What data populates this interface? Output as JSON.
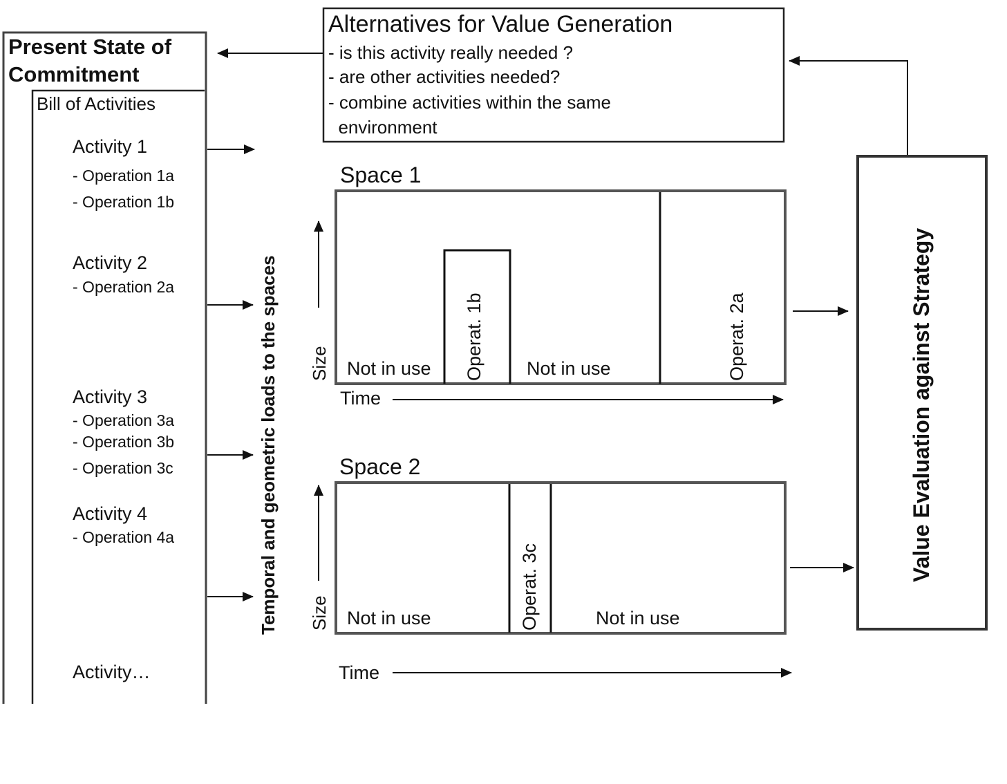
{
  "commitment": {
    "title_line1": "Present State of",
    "title_line2": "Commitment",
    "bill_label": "Bill of Activities",
    "activities": [
      {
        "name": "Activity 1",
        "operations": [
          "- Operation 1a",
          "- Operation 1b"
        ]
      },
      {
        "name": "Activity 2",
        "operations": [
          "- Operation 2a"
        ]
      },
      {
        "name": "Activity 3",
        "operations": [
          "- Operation 3a",
          "- Operation 3b",
          "- Operation 3c"
        ]
      },
      {
        "name": "Activity 4",
        "operations": [
          "- Operation 4a"
        ]
      },
      {
        "name": "Activity…",
        "operations": []
      }
    ]
  },
  "loads_label": "Temporal and geometric loads to the spaces",
  "alternatives": {
    "title": "Alternatives for Value Generation",
    "lines": [
      "- is this activity really needed ?",
      "- are other activities needed?",
      "- combine activities within the same",
      "  environment"
    ]
  },
  "space1": {
    "title": "Space 1",
    "size_label": "Size",
    "time_label": "Time",
    "segments": [
      "Not in use",
      "Operat. 1b",
      "Not in use",
      "Operat. 2a"
    ]
  },
  "space2": {
    "title": "Space 2",
    "size_label": "Size",
    "time_label": "Time",
    "segments": [
      "Not in use",
      "Operat. 3c",
      "Not in use"
    ]
  },
  "evaluation_label": "Value Evaluation against Strategy"
}
